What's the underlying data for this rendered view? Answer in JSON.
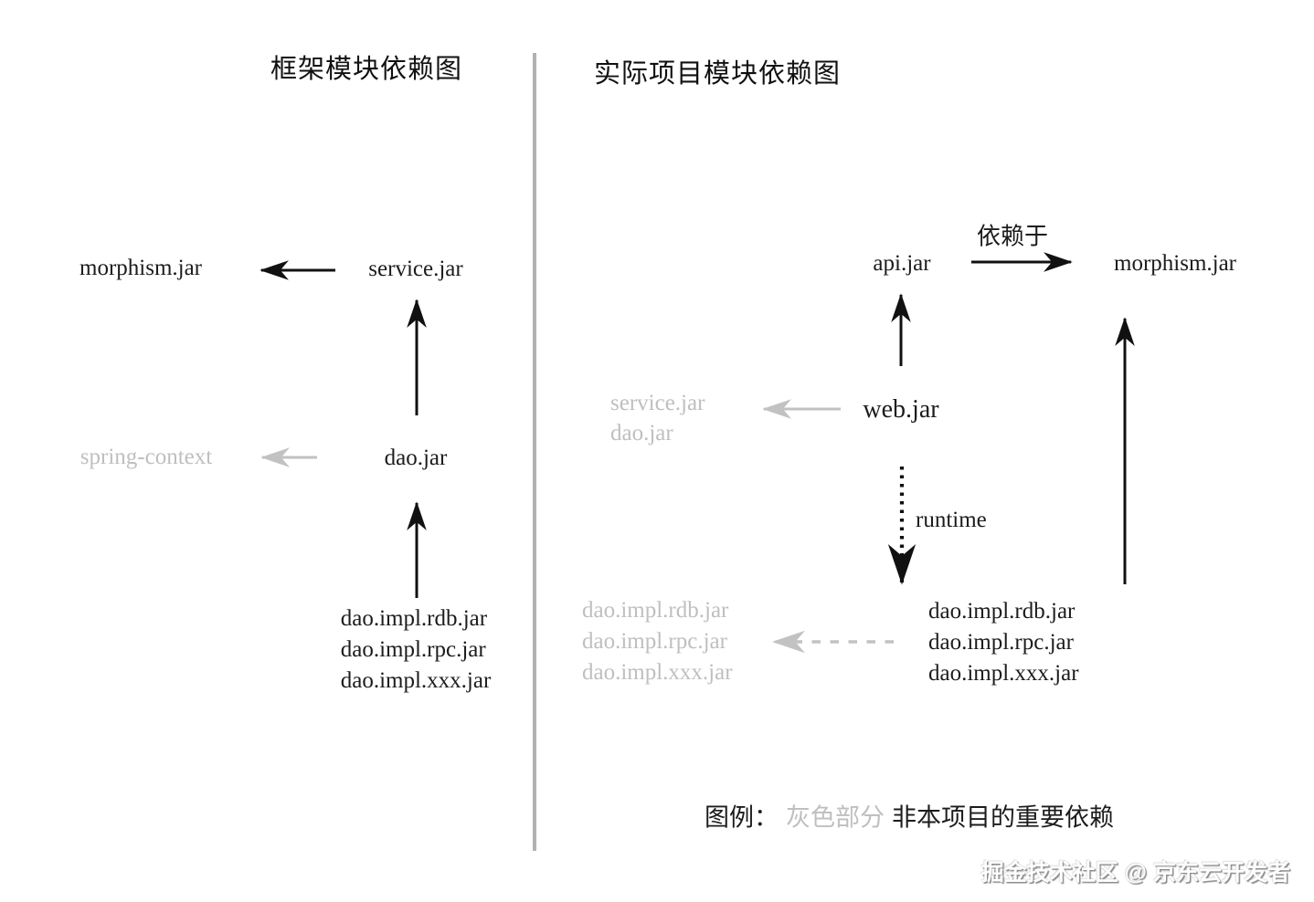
{
  "left_panel": {
    "title": "框架模块依赖图",
    "nodes": {
      "morphism": "morphism.jar",
      "service": "service.jar",
      "spring_context": "spring-context",
      "dao": "dao.jar",
      "impl_lines": [
        "dao.impl.rdb.jar",
        "dao.impl.rpc.jar",
        "dao.impl.xxx.jar"
      ]
    }
  },
  "right_panel": {
    "title": "实际项目模块依赖图",
    "nodes": {
      "api": "api.jar",
      "morphism": "morphism.jar",
      "web": "web.jar",
      "service_gray": "service.jar",
      "dao_gray": "dao.jar",
      "impl_gray_lines": [
        "dao.impl.rdb.jar",
        "dao.impl.rpc.jar",
        "dao.impl.xxx.jar"
      ],
      "impl_black_lines": [
        "dao.impl.rdb.jar",
        "dao.impl.rpc.jar",
        "dao.impl.xxx.jar"
      ]
    },
    "labels": {
      "depends_on": "依赖于",
      "runtime": "runtime"
    }
  },
  "legend": {
    "prefix": "图例：",
    "gray_sample": "灰色部分",
    "description": "非本项目的重要依赖"
  },
  "watermark": "掘金技术社区 @ 京东云开发者",
  "colors": {
    "text_black": "#1c1c1c",
    "muted_gray": "#bfbfbf",
    "arrow_gray": "#c2c2c2",
    "divider_gray": "#b2b2b2",
    "background": "#ffffff"
  }
}
